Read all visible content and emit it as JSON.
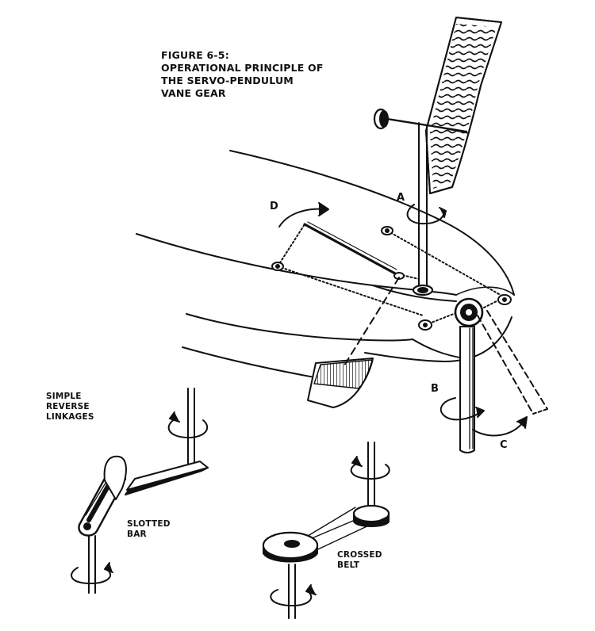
{
  "figure": {
    "title_lines": [
      "FIGURE 6-5:",
      "OPERATIONAL PRINCIPLE OF",
      "THE SERVO-PENDULUM",
      "VANE GEAR"
    ]
  },
  "labels": {
    "a": "A",
    "b": "B",
    "c": "C",
    "d": "D"
  },
  "linkages": {
    "heading_lines": [
      "SIMPLE",
      "REVERSE",
      "LINKAGES"
    ],
    "slotted_bar_lines": [
      "SLOTTED",
      "BAR"
    ],
    "crossed_belt_lines": [
      "CROSSED",
      "BELT"
    ]
  }
}
